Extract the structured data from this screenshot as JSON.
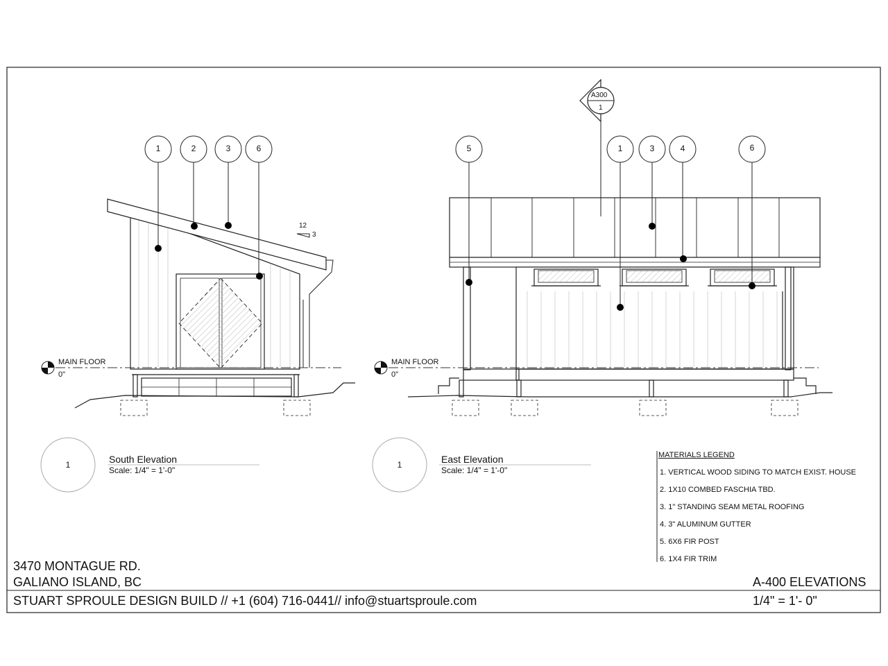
{
  "sheet": {
    "address_line1": "3470 MONTAGUE RD.",
    "address_line2": "GALIANO ISLAND, BC",
    "firm_line": "STUART SPROULE DESIGN BUILD // +1 (604) 716-0441// info@stuartsproule.com",
    "sheet_title": "A-400 ELEVATIONS",
    "sheet_scale": "1/4\" = 1'- 0\""
  },
  "south": {
    "title": "South Elevation",
    "scale": "Scale: 1/4\" = 1'-0\"",
    "view_number": "1",
    "callouts": [
      "1",
      "2",
      "3",
      "6"
    ],
    "level_name": "MAIN FLOOR",
    "level_value": "0\"",
    "pitch_run": "12",
    "pitch_rise": "3"
  },
  "east": {
    "title": "East Elevation",
    "scale": "Scale: 1/4\" = 1'-0\"",
    "view_number": "1",
    "callouts": [
      "5",
      "1",
      "3",
      "4",
      "6"
    ],
    "level_name": "MAIN FLOOR",
    "level_value": "0\"",
    "section_sheet": "A300",
    "section_number": "1"
  },
  "legend": {
    "heading": "MATERIALS LEGEND",
    "items": [
      "1. VERTICAL WOOD SIDING TO MATCH EXIST. HOUSE",
      "2. 1X10 COMBED FASCHIA TBD.",
      "3.  1\" STANDING SEAM METAL ROOFING",
      "4.  3\" ALUMINUM GUTTER",
      "5.  6X6 FIR POST",
      "6. 1X4 FIR TRIM"
    ]
  }
}
